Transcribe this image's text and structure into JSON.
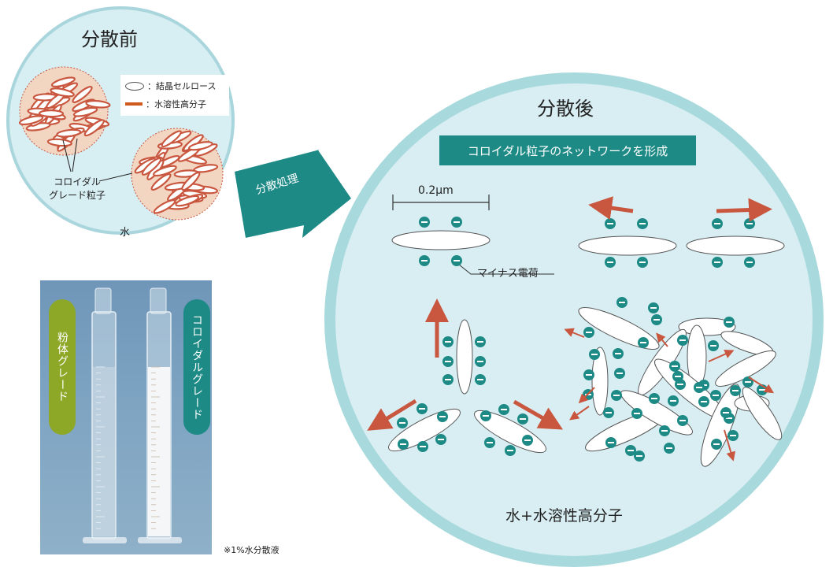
{
  "before": {
    "title": "分散前",
    "legend": [
      {
        "label": "：結晶セルロース",
        "icon": "ellipse-icon"
      },
      {
        "label": "：水溶性高分子",
        "icon": "orange-line-icon"
      }
    ],
    "colloid_label_line1": "コロイダル",
    "colloid_label_line2": "グレード粒子",
    "water": "水"
  },
  "process": {
    "label": "分散処理"
  },
  "after": {
    "title": "分散後",
    "banner": "コロイダル粒子のネットワークを形成",
    "scale": "0.2μm",
    "charge": "マイナス電荷",
    "medium": "水+水溶性高分子"
  },
  "photo": {
    "tag_powder": "粉体グレード",
    "tag_colloid": "コロイダルグレード",
    "note": "※1%水分散液"
  },
  "colors": {
    "circle_fill": "#d8eef3",
    "circle_border": "#a8d9dc",
    "teal": "#1d8a86",
    "green": "#8da726",
    "orange": "#cf5a1e",
    "arrow_red": "#c9573f"
  }
}
